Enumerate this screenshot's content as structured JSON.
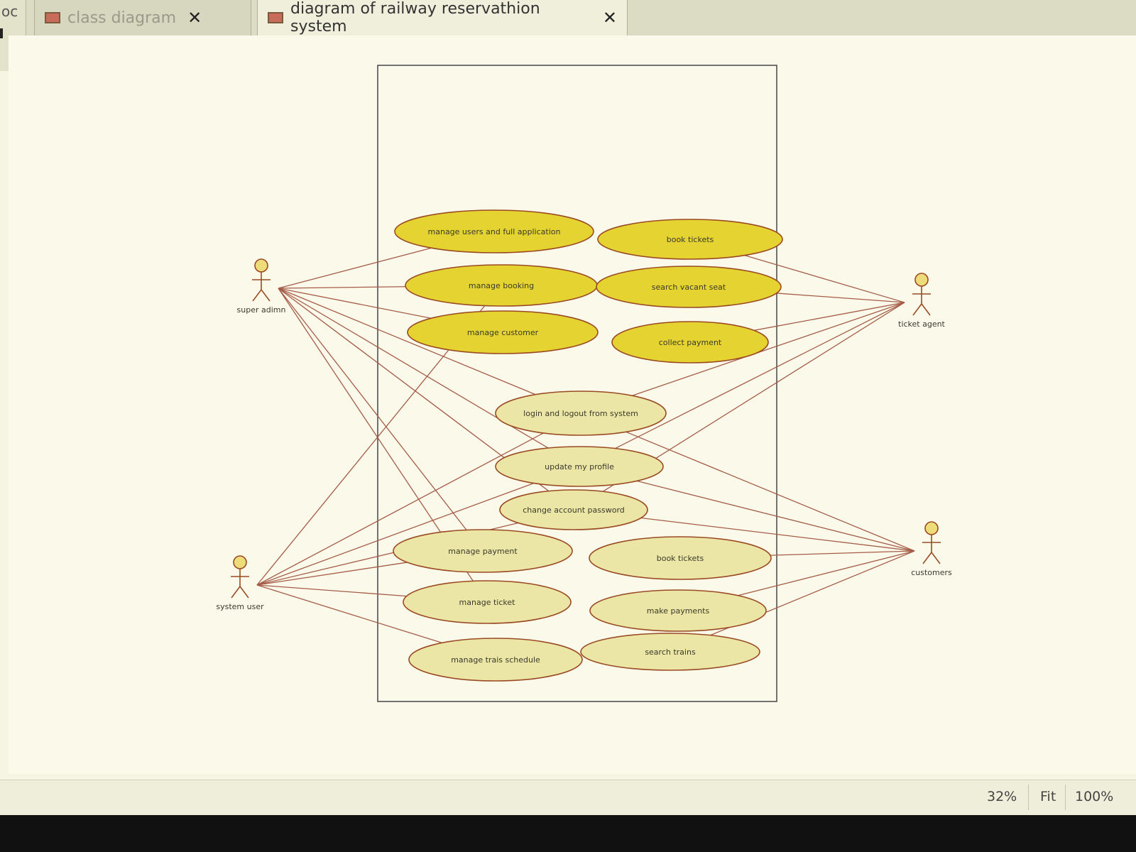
{
  "tabs": [
    {
      "label": "class diagram",
      "active": false
    },
    {
      "label": "diagram of railway reservathion system",
      "active": true
    }
  ],
  "side_stub": {
    "label": "oc"
  },
  "diagram": {
    "actors": [
      {
        "id": "super_admin",
        "label": "super adimn"
      },
      {
        "id": "ticket_agent",
        "label": "ticket agent"
      },
      {
        "id": "system_user",
        "label": "system user"
      },
      {
        "id": "customers",
        "label": "customers"
      }
    ],
    "use_cases": [
      {
        "id": "uc1",
        "label": "manage users and full application"
      },
      {
        "id": "uc2",
        "label": "book tickets"
      },
      {
        "id": "uc3",
        "label": "manage booking"
      },
      {
        "id": "uc4",
        "label": "search vacant seat"
      },
      {
        "id": "uc5",
        "label": "manage customer"
      },
      {
        "id": "uc6",
        "label": "collect payment"
      },
      {
        "id": "uc7",
        "label": "login and logout from system"
      },
      {
        "id": "uc8",
        "label": "update my profile"
      },
      {
        "id": "uc9",
        "label": "change account password"
      },
      {
        "id": "uc10",
        "label": "manage payment"
      },
      {
        "id": "uc11",
        "label": "book tickets"
      },
      {
        "id": "uc12",
        "label": "manage ticket"
      },
      {
        "id": "uc13",
        "label": "make payments"
      },
      {
        "id": "uc14",
        "label": "manage trais schedule"
      },
      {
        "id": "uc15",
        "label": "search trains"
      }
    ],
    "associations": [
      [
        "super_admin",
        "uc1"
      ],
      [
        "super_admin",
        "uc3"
      ],
      [
        "super_admin",
        "uc5"
      ],
      [
        "super_admin",
        "uc7"
      ],
      [
        "super_admin",
        "uc8"
      ],
      [
        "super_admin",
        "uc9"
      ],
      [
        "super_admin",
        "uc10"
      ],
      [
        "super_admin",
        "uc12"
      ],
      [
        "ticket_agent",
        "uc2"
      ],
      [
        "ticket_agent",
        "uc4"
      ],
      [
        "ticket_agent",
        "uc6"
      ],
      [
        "ticket_agent",
        "uc7"
      ],
      [
        "ticket_agent",
        "uc8"
      ],
      [
        "ticket_agent",
        "uc9"
      ],
      [
        "system_user",
        "uc3"
      ],
      [
        "system_user",
        "uc7"
      ],
      [
        "system_user",
        "uc8"
      ],
      [
        "system_user",
        "uc9"
      ],
      [
        "system_user",
        "uc10"
      ],
      [
        "system_user",
        "uc12"
      ],
      [
        "system_user",
        "uc14"
      ],
      [
        "customers",
        "uc7"
      ],
      [
        "customers",
        "uc8"
      ],
      [
        "customers",
        "uc9"
      ],
      [
        "customers",
        "uc11"
      ],
      [
        "customers",
        "uc13"
      ],
      [
        "customers",
        "uc15"
      ]
    ],
    "colors": {
      "use_case_bright": "#e5d331",
      "use_case_pale": "#ece6a6",
      "use_case_stroke": "#9a4a22",
      "line": "#a55c48",
      "actor": "#9a4a22",
      "actor_head_fill": "#eedc7a",
      "boundary": "#444444"
    }
  },
  "status": {
    "zoom_current": "32%",
    "fit_label": "Fit",
    "zoom_100": "100%"
  }
}
